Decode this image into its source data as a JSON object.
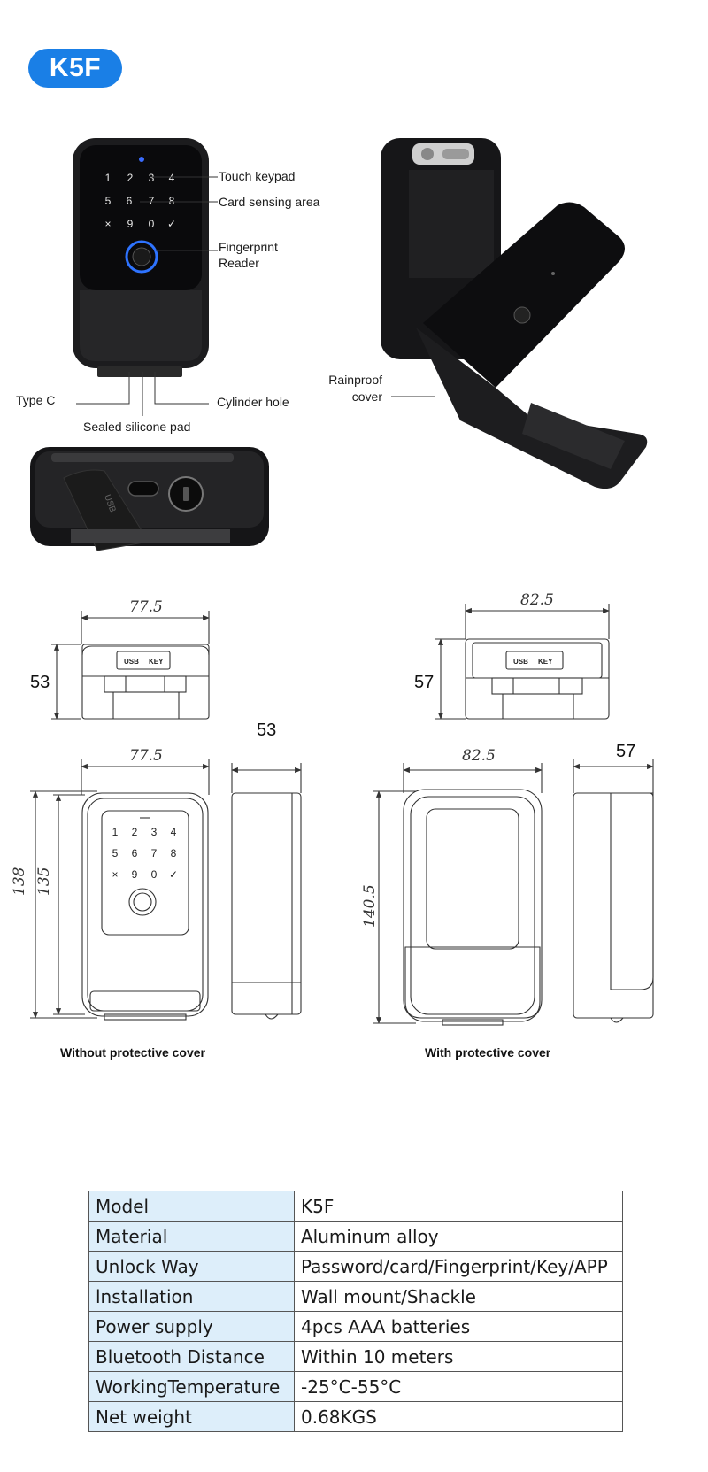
{
  "badge": "K5F",
  "labels": {
    "touch_keypad": "Touch keypad",
    "card_area": "Card sensing area",
    "fp_line1": "Fingerprint",
    "fp_line2": "Reader",
    "type_c": "Type C",
    "cylinder": "Cylinder hole",
    "sealed": "Sealed silicone pad",
    "rain_line1": "Rainproof",
    "rain_line2": "cover"
  },
  "keypad_keys": [
    "1",
    "2",
    "3",
    "4",
    "5",
    "6",
    "7",
    "8",
    "×",
    "9",
    "0",
    "✓"
  ],
  "port_labels": {
    "usb": "USB",
    "key": "KEY"
  },
  "dimensions": {
    "top_left_width": "77.5",
    "top_left_height": "53",
    "top_right_width": "82.5",
    "top_right_height": "57",
    "side_depth_left": "53",
    "front_left_width": "77.5",
    "front_left_h1": "138",
    "front_left_h2": "135",
    "front_right_width": "82.5",
    "front_right_h": "140.5",
    "side_depth_right": "57"
  },
  "captions": {
    "left": "Without protective cover",
    "right": "With protective cover"
  },
  "specs": [
    {
      "key": "Model",
      "value": "K5F"
    },
    {
      "key": "Material",
      "value": "Aluminum alloy"
    },
    {
      "key": "Unlock Way",
      "value": "Password/card/Fingerprint/Key/APP"
    },
    {
      "key": "lnstallation",
      "value": "Wall mount/Shackle"
    },
    {
      "key": "Power supply",
      "value": "4pcs AAA batteries"
    },
    {
      "key": "Bluetooth Distance",
      "value": "Within 10 meters"
    },
    {
      "key": "WorkingTemperature",
      "value": "-25°C-55°C"
    },
    {
      "key": "Net weight",
      "value": "0.68KGS"
    }
  ],
  "colors": {
    "accent": "#1a7fe6",
    "table_key_bg": "#ddeefa"
  }
}
